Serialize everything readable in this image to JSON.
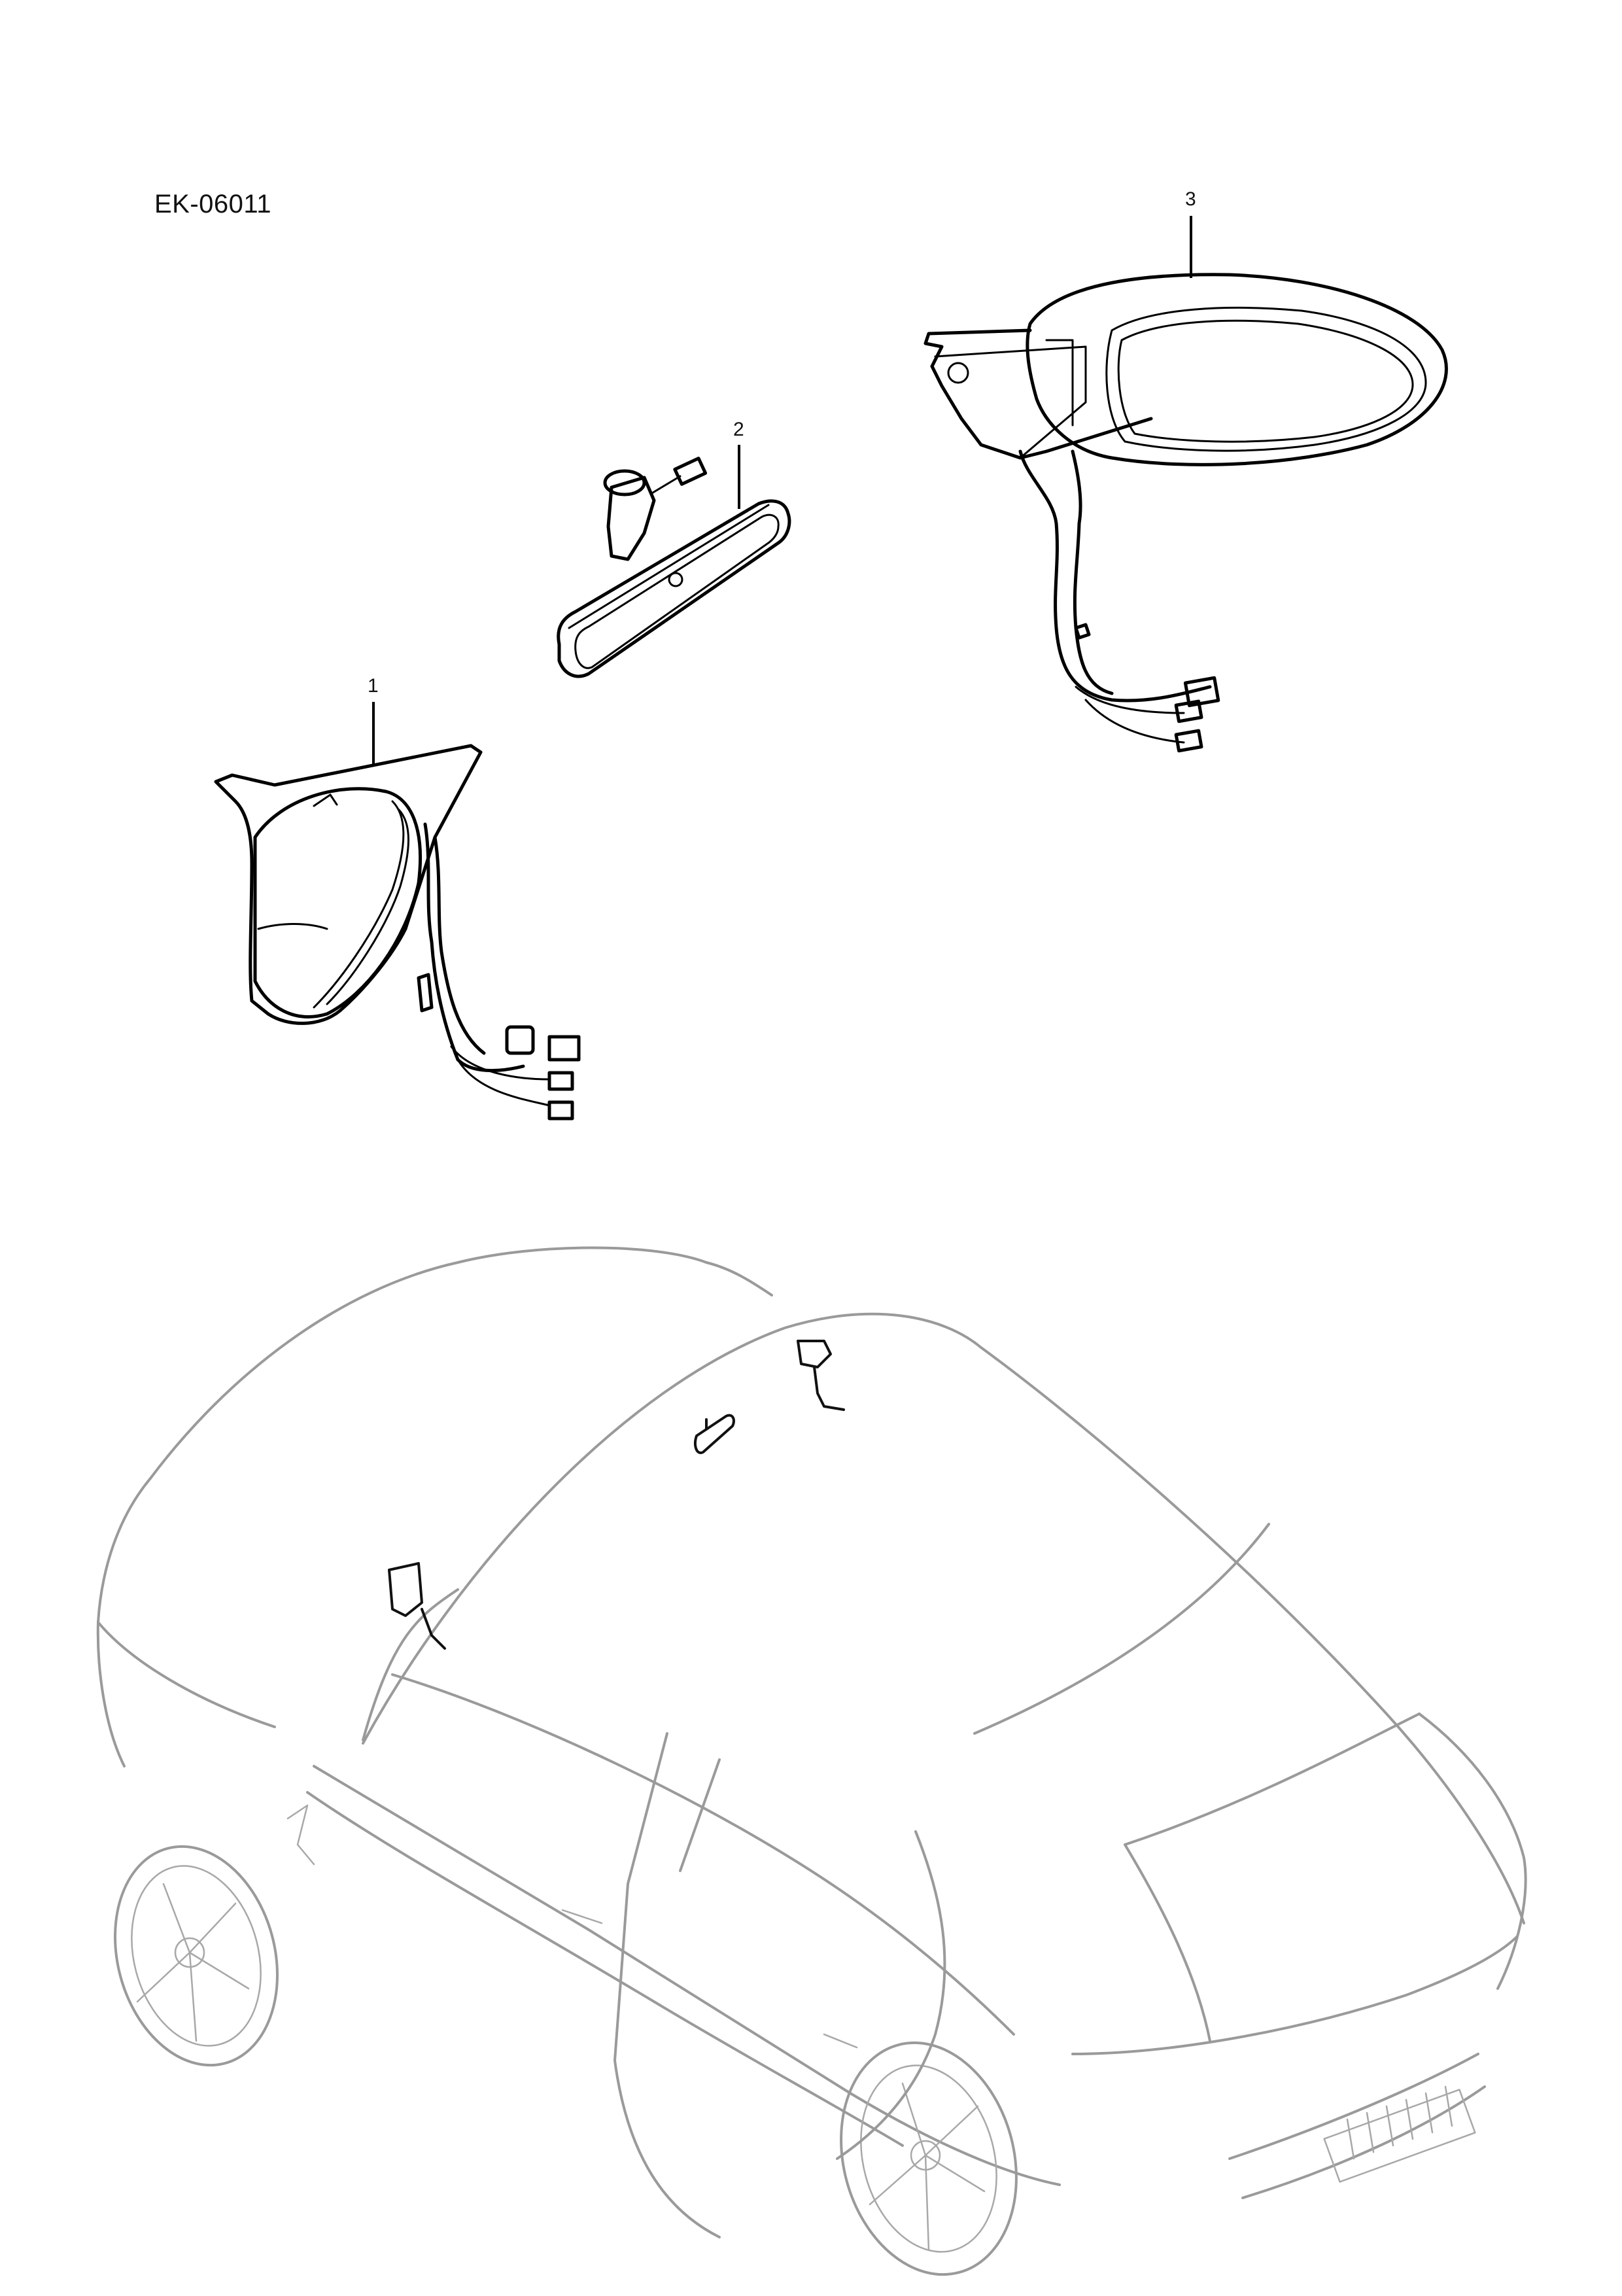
{
  "document": {
    "reference_code": "EK-06011",
    "line_color_parts": "#000000",
    "line_color_vehicle": "#9a9a9a",
    "background": "#ffffff"
  },
  "callouts": [
    {
      "number": "1",
      "part": "left-exterior-mirror"
    },
    {
      "number": "2",
      "part": "interior-rearview-mirror"
    },
    {
      "number": "3",
      "part": "right-exterior-mirror"
    }
  ],
  "vehicle_view": {
    "highlighted_parts": [
      "left-exterior-mirror",
      "interior-rearview-mirror",
      "right-exterior-mirror"
    ]
  }
}
